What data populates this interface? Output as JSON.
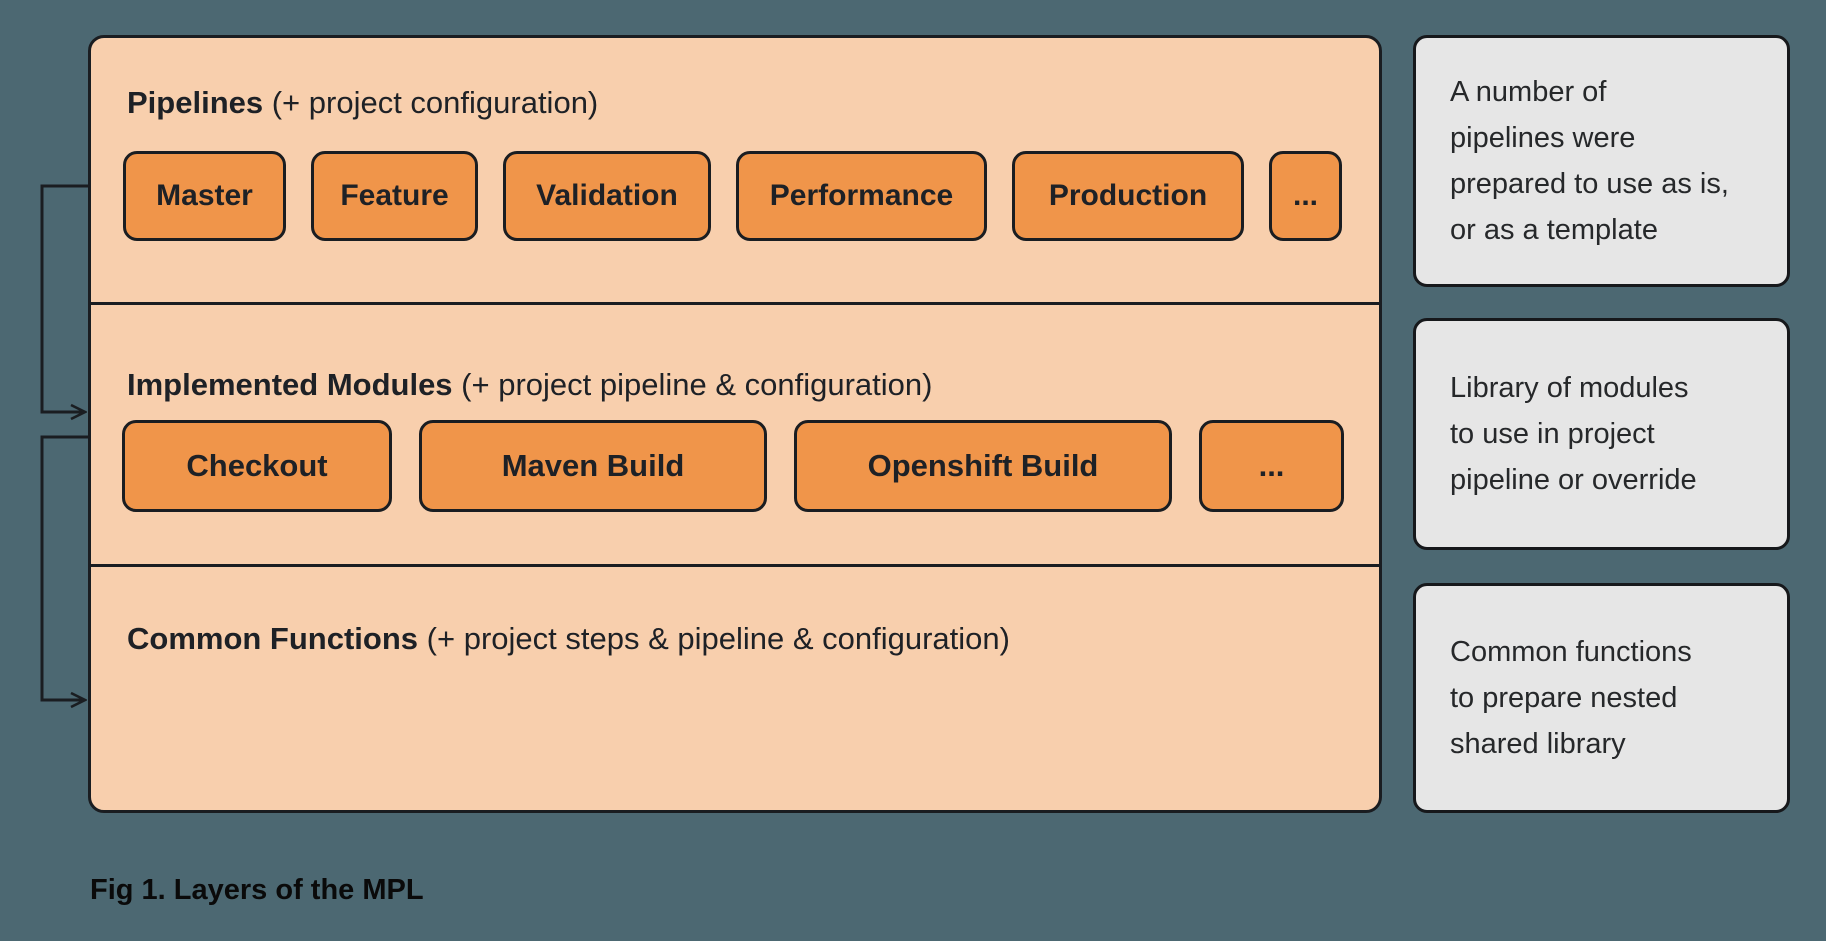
{
  "colors": {
    "background": "#4c6872",
    "panel_fill": "#f8cfad",
    "button_fill": "#f0954a",
    "note_fill": "#e6e6e6",
    "stroke": "#1a1d21",
    "text": "#1e2126"
  },
  "layers": [
    {
      "title_bold": "Pipelines",
      "title_rest": " (+ project configuration)",
      "buttons": [
        "Master",
        "Feature",
        "Validation",
        "Performance",
        "Production",
        "..."
      ]
    },
    {
      "title_bold": "Implemented Modules",
      "title_rest": " (+ project pipeline & configuration)",
      "buttons": [
        "Checkout",
        "Maven Build",
        "Openshift Build",
        "..."
      ]
    },
    {
      "title_bold": "Common Functions",
      "title_rest": " (+ project steps & pipeline & configuration)",
      "buttons": []
    }
  ],
  "notes": [
    {
      "lines": [
        "A number of",
        "pipelines were",
        "prepared to use as is,",
        "or as a template"
      ]
    },
    {
      "lines": [
        "Library of modules",
        "to use in project",
        "pipeline or override"
      ]
    },
    {
      "lines": [
        "Common functions",
        "to prepare nested",
        "shared library"
      ]
    }
  ],
  "figure": {
    "caption": "Fig 1. Layers of the MPL"
  }
}
